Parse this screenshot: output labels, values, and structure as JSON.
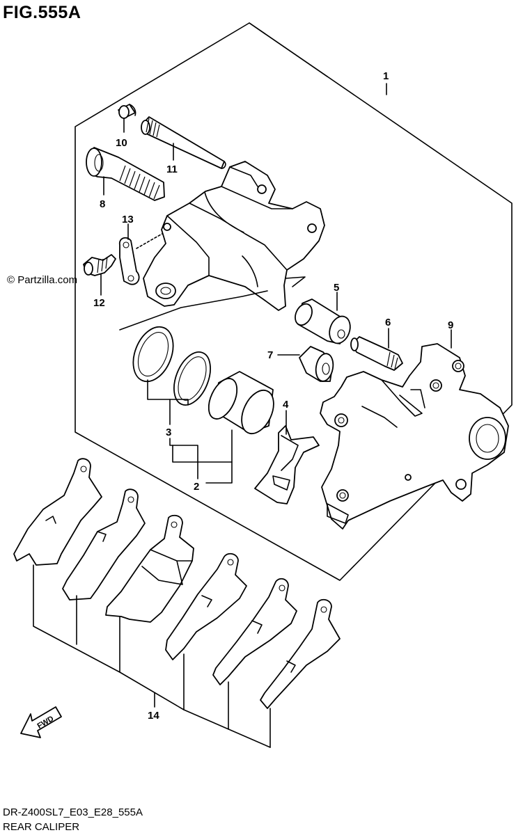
{
  "header": {
    "figure_title": "FIG.555A"
  },
  "watermark": {
    "text": "© Partzilla.com"
  },
  "callouts": {
    "c1": "1",
    "c2": "2",
    "c3": "3",
    "c4": "4",
    "c5": "5",
    "c6": "6",
    "c7": "7",
    "c8": "8",
    "c9": "9",
    "c10": "10",
    "c11": "11",
    "c12": "12",
    "c13": "13",
    "c14": "14"
  },
  "fwd_label": "FWD",
  "footer": {
    "code": "DR-Z400SL7_E03_E28_555A",
    "name": "REAR CALIPER"
  },
  "icons": [
    "fwd-arrow-icon"
  ]
}
